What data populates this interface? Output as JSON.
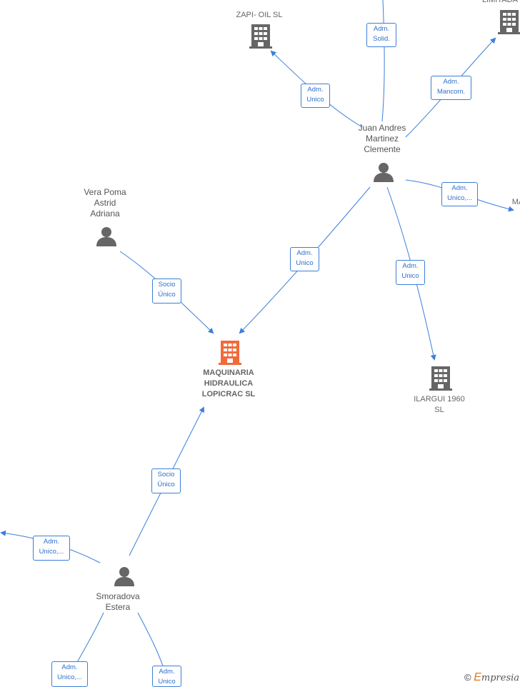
{
  "colors": {
    "edge": "#3b7fd9",
    "person": "#666666",
    "company": "#666666",
    "main": "#f26a3a"
  },
  "nodes": {
    "zapi": {
      "label": "ZAPI- OIL  SL"
    },
    "limitada": {
      "label": "LIMITADA"
    },
    "juan": {
      "line1": "Juan Andres",
      "line2": "Martinez",
      "line3": "Clemente"
    },
    "ma": {
      "label": "MA"
    },
    "vera": {
      "line1": "Vera Poma",
      "line2": "Astrid",
      "line3": "Adriana"
    },
    "main": {
      "line1": "MAQUINARIA",
      "line2": "HIDRAULICA",
      "line3": "LOPICRAC  SL"
    },
    "ilargui": {
      "line1": "ILARGUI 1960",
      "line2": "SL"
    },
    "smoradova": {
      "line1": "Smoradova",
      "line2": "Estera"
    }
  },
  "relations": {
    "r1": {
      "line1": "Adm.",
      "line2": "Solid."
    },
    "r2": {
      "line1": "Adm.",
      "line2": "Unico"
    },
    "r3": {
      "line1": "Adm.",
      "line2": "Mancom."
    },
    "r4": {
      "line1": "Adm.",
      "line2": "Unico,..."
    },
    "r5": {
      "line1": "Adm.",
      "line2": "Unico"
    },
    "r6": {
      "line1": "Adm.",
      "line2": "Unico"
    },
    "r7": {
      "line1": "Socio",
      "line2": "Único"
    },
    "r8": {
      "line1": "Socio",
      "line2": "Único"
    },
    "r9": {
      "line1": "Adm.",
      "line2": "Unico,..."
    },
    "r10": {
      "line1": "Adm.",
      "line2": "Unico,..."
    },
    "r11": {
      "line1": "Adm.",
      "line2": "Unico"
    }
  },
  "footer": {
    "copyright": "©",
    "brand_initial": "E",
    "brand_rest": "mpresia"
  }
}
